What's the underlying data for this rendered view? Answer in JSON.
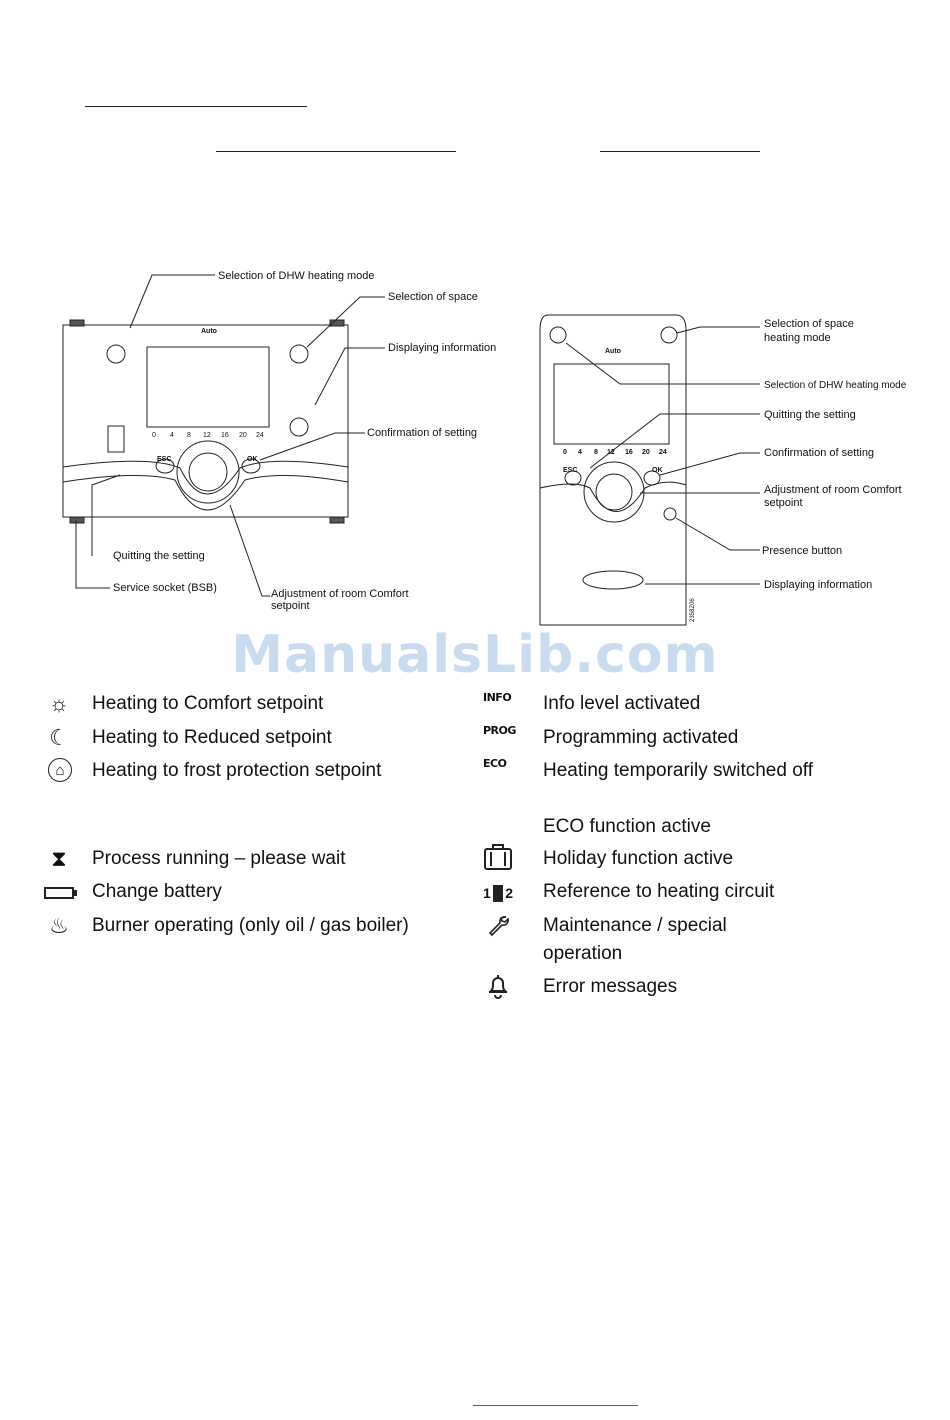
{
  "watermark": "ManualsLib.com",
  "diagram_left": {
    "callouts": {
      "dhw": "Selection of  DHW heating mode",
      "space": "Selection of space",
      "info": "Displaying information",
      "confirm": "Confirmation of setting",
      "quit": "Quitting the setting",
      "service": "Service socket (BSB)",
      "adjust_1": "Adjustment of room Comfort",
      "adjust_2": "setpoint"
    },
    "labels": {
      "auto": "Auto",
      "esc": "ESC",
      "ok": "OK"
    },
    "scale": [
      "0",
      "4",
      "8",
      "12",
      "16",
      "20",
      "24"
    ]
  },
  "diagram_right": {
    "callouts": {
      "space_1": "Selection of space",
      "space_2": "heating mode",
      "dhw": "Selection of  DHW heating mode",
      "quit": "Quitting the setting",
      "confirm": "Confirmation of setting",
      "adjust_1": "Adjustment of room Comfort",
      "adjust_2": "setpoint",
      "presence": "Presence button",
      "info": "Displaying information"
    },
    "labels": {
      "auto": "Auto",
      "esc": "ESC",
      "ok": "OK",
      "id": "2358Z06"
    },
    "scale": [
      "0",
      "4",
      "8",
      "12",
      "16",
      "20",
      "24"
    ]
  },
  "legend_left": [
    {
      "icon": "sun-icon",
      "glyph": "☼",
      "text": "Heating to Comfort setpoint"
    },
    {
      "icon": "moon-icon",
      "glyph": "☾",
      "text": "Heating to Reduced setpoint"
    },
    {
      "icon": "frost-house-icon",
      "glyph": "⌂",
      "text": "Heating to frost protection setpoint"
    },
    {
      "icon": "hourglass-icon",
      "glyph": "⧗",
      "text": "Process running – please wait"
    },
    {
      "icon": "battery-icon",
      "glyph": "",
      "text": "Change battery"
    },
    {
      "icon": "flame-icon",
      "glyph": "♨",
      "text": "Burner operating (only oil / gas boiler)"
    }
  ],
  "legend_right": [
    {
      "icon": "info-tag",
      "tag": "INFO",
      "text": "Info level activated"
    },
    {
      "icon": "prog-tag",
      "tag": "PROG",
      "text": "Programming activated"
    },
    {
      "icon": "eco-tag",
      "tag": "ECO",
      "text": "Heating temporarily switched off"
    },
    {
      "icon": "none",
      "text": "ECO function active"
    },
    {
      "icon": "suitcase-icon",
      "glyph": "▣",
      "text": "Holiday function active"
    },
    {
      "icon": "heating-circuit-icon",
      "glyph": "1▮2",
      "text": "Reference to heating circuit"
    },
    {
      "icon": "wrench-icon",
      "glyph": "🔧",
      "text": "Maintenance / special operation"
    },
    {
      "icon": "bell-icon",
      "glyph": "🔔",
      "text": "Error messages"
    }
  ]
}
